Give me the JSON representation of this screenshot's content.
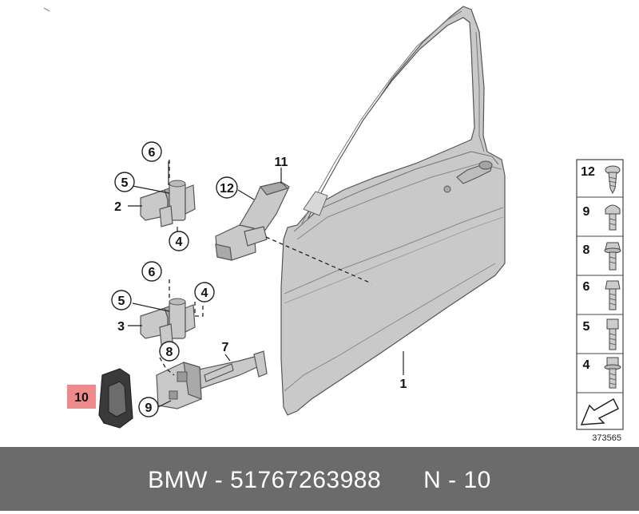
{
  "callouts": {
    "c1": "1",
    "c2": "2",
    "c3": "3",
    "c4a": "4",
    "c4b": "4",
    "c5a": "5",
    "c5b": "5",
    "c6a": "6",
    "c6b": "6",
    "c7": "7",
    "c8": "8",
    "c9": "9",
    "c10": "10",
    "c11": "11",
    "c12": "12"
  },
  "legend": {
    "items": [
      "12",
      "9",
      "8",
      "6",
      "5",
      "4"
    ],
    "ref": "373565"
  },
  "footer": {
    "text": "BMW - 51767263988      N - 10"
  },
  "colors": {
    "footer_bg": "#6b6b6b",
    "highlight": "#f08a8a",
    "part_fill": "#c9c9c9"
  }
}
